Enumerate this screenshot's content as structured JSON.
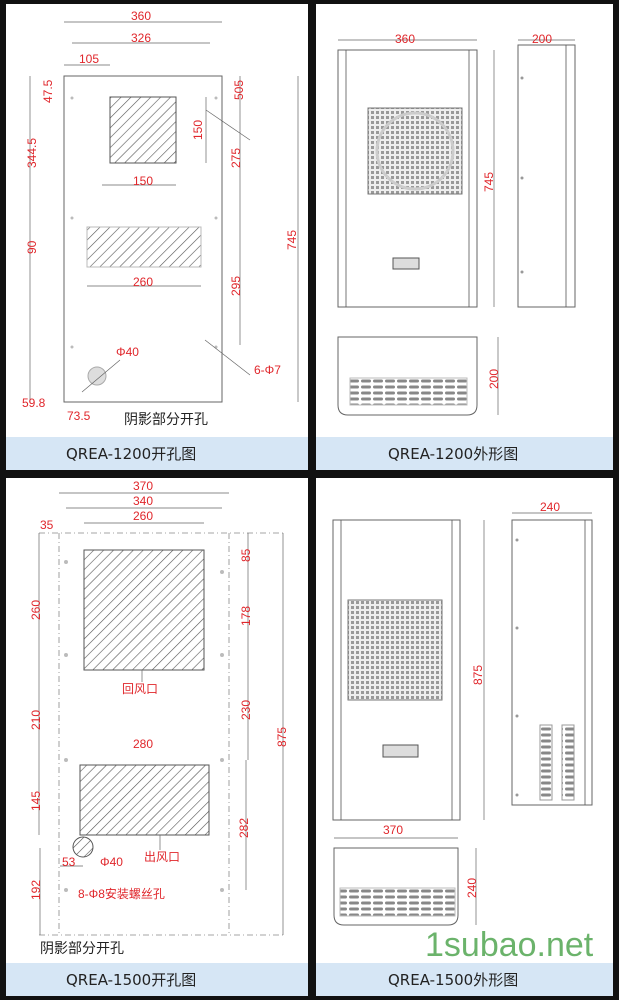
{
  "colors": {
    "dimension": "#e0262b",
    "caption_bar": "#d6e6f5",
    "watermark": "#3a9a3a"
  },
  "panels": [
    {
      "caption": "QREA-1200开孔图",
      "note": "阴影部分开孔",
      "dims": [
        "360",
        "326",
        "105",
        "47.5",
        "505",
        "344.5",
        "150",
        "150",
        "275",
        "90",
        "260",
        "295",
        "745",
        "Φ40",
        "6-Φ7",
        "59.8",
        "73.5"
      ]
    },
    {
      "caption": "QREA-1200外形图",
      "dims": [
        "360",
        "200",
        "745",
        "200"
      ]
    },
    {
      "caption": "QREA-1500开孔图",
      "note": "阴影部分开孔",
      "dims": [
        "370",
        "340",
        "260",
        "35",
        "85",
        "260",
        "178",
        "回风口",
        "210",
        "230",
        "875",
        "280",
        "145",
        "282",
        "出风口",
        "53",
        "Φ40",
        "192",
        "8-Φ8安装螺丝孔"
      ]
    },
    {
      "caption": "QREA-1500外形图",
      "dims": [
        "240",
        "875",
        "370",
        "240"
      ]
    }
  ],
  "watermark": "1subao.net"
}
